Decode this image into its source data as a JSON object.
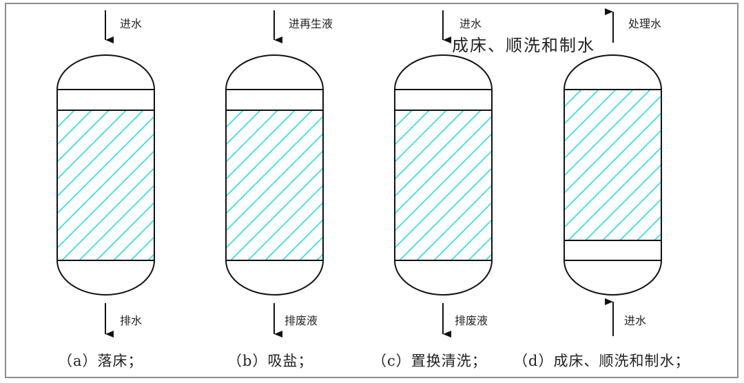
{
  "colors": {
    "hatch": "#22dde8",
    "outline": "#111111",
    "frame": "#8c8c8c"
  },
  "stages": [
    {
      "top_label": "进水",
      "bottom_label": "排水",
      "caption": "（a）落床；"
    },
    {
      "top_label": "进再生液",
      "bottom_label": "排废液",
      "caption": "（b）吸盐；"
    },
    {
      "top_label": "进水",
      "bottom_label": "排废液",
      "caption": "（c）置换清洗；"
    },
    {
      "top_label": "处理水",
      "bottom_label": "进水",
      "caption": "（d）成床、顺洗和制水；"
    }
  ],
  "overlay_title": "成床、顺洗和制水"
}
